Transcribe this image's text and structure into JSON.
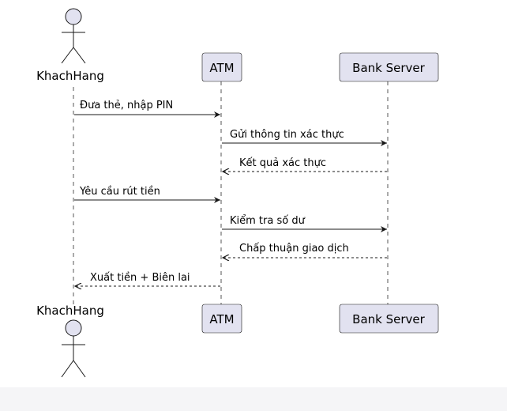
{
  "participants": {
    "actor": "KhachHang",
    "atm": "ATM",
    "server": "Bank Server"
  },
  "messages": [
    {
      "label": "Đưa thẻ, nhập PIN",
      "from": "KhachHang",
      "to": "ATM",
      "style": "solid"
    },
    {
      "label": "Gửi thông tin xác thực",
      "from": "ATM",
      "to": "Bank Server",
      "style": "solid"
    },
    {
      "label": "Kết quả xác thực",
      "from": "Bank Server",
      "to": "ATM",
      "style": "dashed"
    },
    {
      "label": "Yêu cầu rút tiền",
      "from": "KhachHang",
      "to": "ATM",
      "style": "solid"
    },
    {
      "label": "Kiểm tra số dư",
      "from": "ATM",
      "to": "Bank Server",
      "style": "solid"
    },
    {
      "label": "Chấp thuận giao dịch",
      "from": "Bank Server",
      "to": "ATM",
      "style": "dashed"
    },
    {
      "label": "Xuất tiền + Biên lai",
      "from": "ATM",
      "to": "KhachHang",
      "style": "dashed"
    }
  ],
  "colors": {
    "participant_fill": "#e2e2f0",
    "border": "#181818",
    "lifeline": "#555555"
  }
}
